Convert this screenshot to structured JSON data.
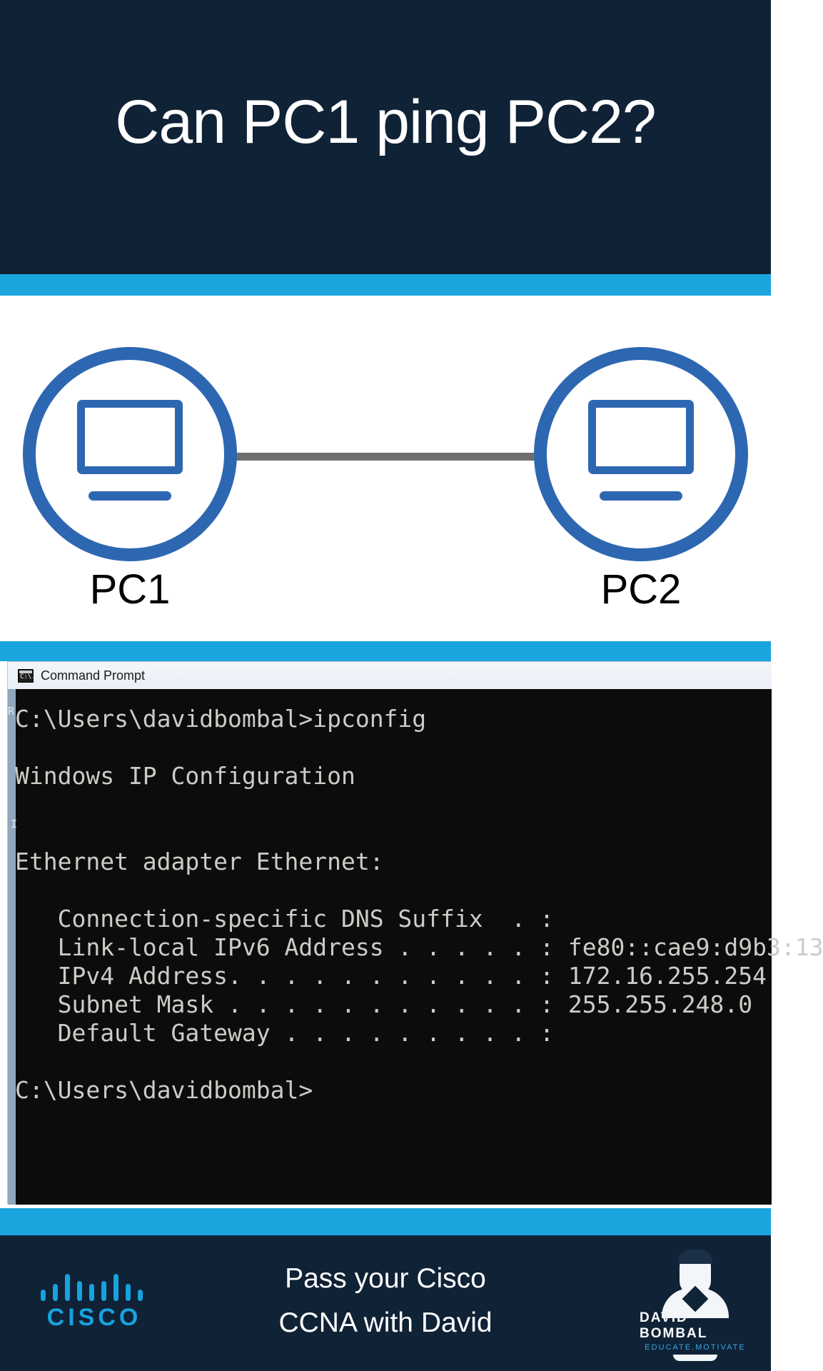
{
  "header": {
    "title": "Can PC1 ping PC2?",
    "background_color": "#0f2236"
  },
  "accent": {
    "stripe_blue": "#1ba5de",
    "node_blue": "#2e67b1",
    "cisco_blue": "#17a2e0",
    "link_gray": "#6e6e6e"
  },
  "diagram": {
    "nodes": [
      {
        "label": "PC1",
        "icon": "desktop-computer-icon"
      },
      {
        "label": "PC2",
        "icon": "desktop-computer-icon"
      }
    ],
    "link": "ethernet-cable"
  },
  "terminal": {
    "title": "Command Prompt",
    "icon": "command-prompt-icon",
    "icon_glyph": "C:\\.",
    "gutter_left_char": "R",
    "gutter_left_char2": "I",
    "lines": [
      "C:\\Users\\davidbombal>ipconfig",
      "",
      "Windows IP Configuration",
      "",
      "",
      "Ethernet adapter Ethernet:",
      "",
      "   Connection-specific DNS Suffix  . :",
      "   Link-local IPv6 Address . . . . . : fe80::cae9:d9b3:13",
      "   IPv4 Address. . . . . . . . . . . : 172.16.255.254",
      "   Subnet Mask . . . . . . . . . . . : 255.255.248.0",
      "   Default Gateway . . . . . . . . . :",
      "",
      "C:\\Users\\davidbombal>"
    ],
    "ipconfig": {
      "command": "ipconfig",
      "prompt": "C:\\Users\\davidbombal>",
      "section_heading": "Windows IP Configuration",
      "adapter": "Ethernet adapter Ethernet:",
      "fields": [
        {
          "label": "Connection-specific DNS Suffix",
          "value": ""
        },
        {
          "label": "Link-local IPv6 Address",
          "value": "fe80::cae9:d9b3:13"
        },
        {
          "label": "IPv4 Address",
          "value": "172.16.255.254"
        },
        {
          "label": "Subnet Mask",
          "value": "255.255.248.0"
        },
        {
          "label": "Default Gateway",
          "value": ""
        }
      ]
    }
  },
  "footer": {
    "tagline_line1": "Pass your Cisco",
    "tagline_line2": "CCNA with David",
    "cisco": {
      "wordmark": "CISCO",
      "icon": "cisco-bridge-logo"
    },
    "david_bombal": {
      "name": "DAVID BOMBAL",
      "tagline": "EDUCATE.MOTIVATE",
      "icon": "david-bombal-avatar-logo"
    },
    "background_color": "#0f2236"
  }
}
